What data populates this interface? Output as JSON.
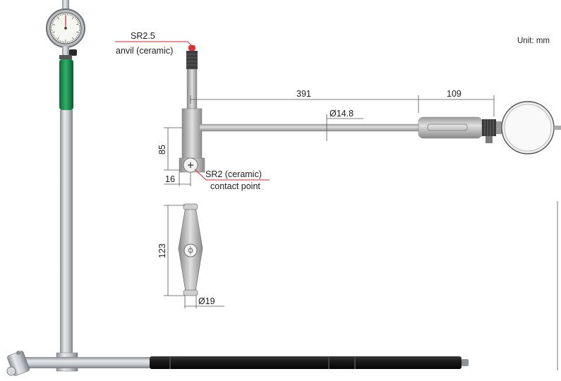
{
  "unit_label": "Unit: mm",
  "callouts": {
    "anvil_radius": "SR2.5",
    "anvil_name": "anvil (ceramic)",
    "contact_radius": "SR2 (ceramic)",
    "contact_name": "contact point"
  },
  "dimensions": {
    "rod_length": "391",
    "head_length": "109",
    "rod_diameter": "Ø14.8",
    "head_height": "85",
    "head_width": "16",
    "handle_length": "123",
    "handle_diameter": "Ø19"
  },
  "colors": {
    "grip_green": "#1f8f4e",
    "grip_black": "#1a1a1a",
    "leader_red": "#d8232a"
  }
}
